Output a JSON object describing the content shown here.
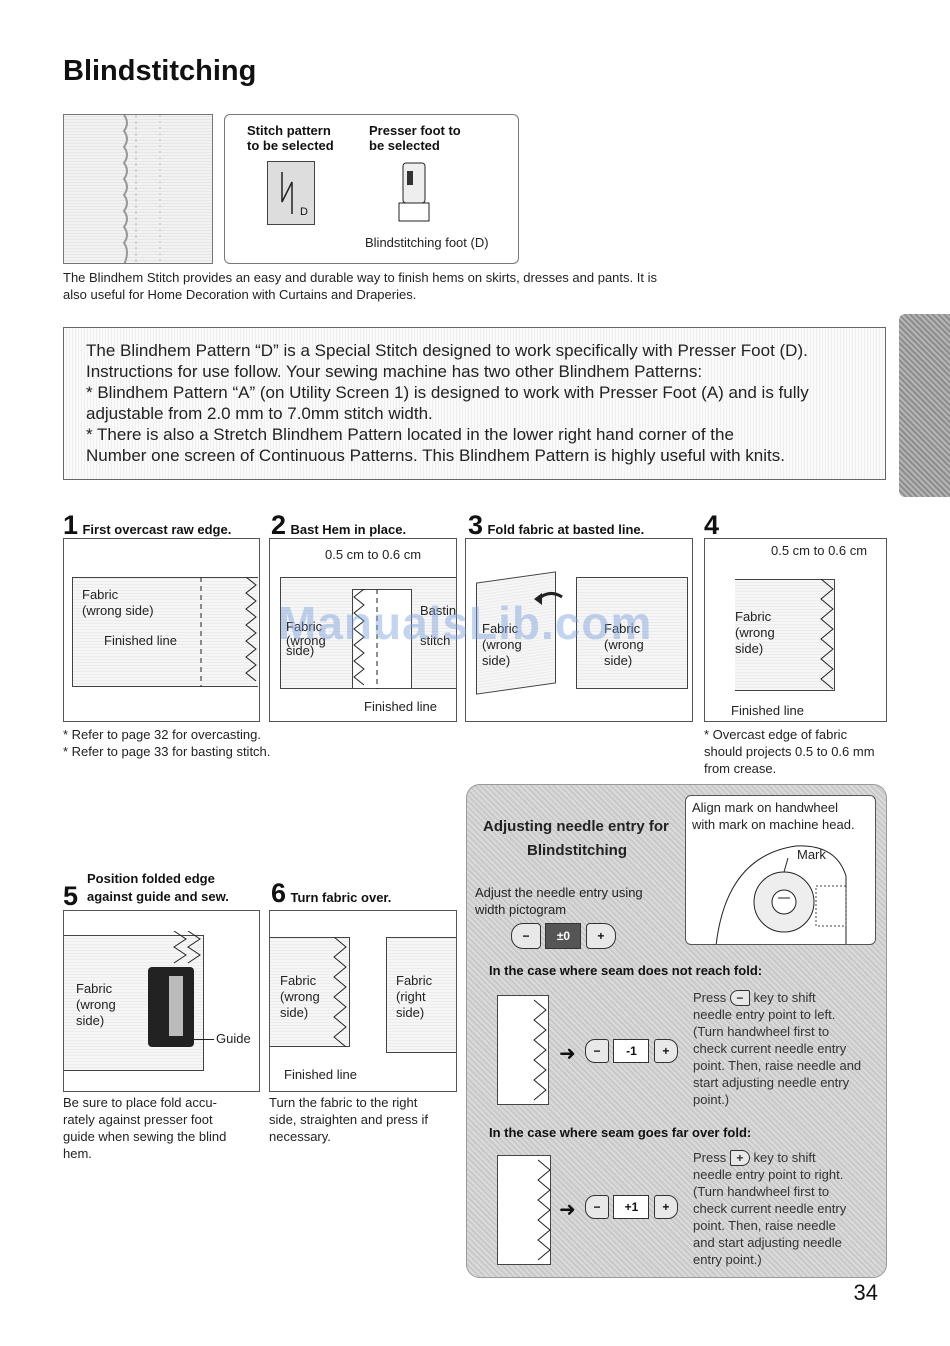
{
  "title": "Blindstitching",
  "stitch_box": {
    "col1_label": "Stitch pattern\nto be selected",
    "col2_label": "Presser foot to\nbe selected",
    "stitch_icon_letter": "D",
    "foot_caption": "Blindstitching foot (D)"
  },
  "intro": "The Blindhem Stitch provides an easy and durable way to finish hems on skirts, dresses and pants.  It is also useful for Home Decoration with Curtains and Draperies.",
  "note_lines": [
    "The Blindhem Pattern “D” is a Special Stitch designed to work specifically with Presser Foot (D).",
    "Instructions for use follow. Your sewing machine has two other Blindhem Patterns:",
    "* Blindhem Pattern “A” (on Utility Screen 1) is designed to work with Presser Foot (A) and is fully",
    "adjustable  from 2.0 mm to 7.0mm stitch width.",
    "* There is also a Stretch Blindhem Pattern located in the lower right hand corner of the",
    "Number one screen of Continuous Patterns.  This Blindhem Pattern is highly useful with knits."
  ],
  "steps": {
    "s1": {
      "num": "1",
      "title": "First overcast raw edge.",
      "labels": [
        "Fabric",
        "(wrong side)",
        "Finished line"
      ]
    },
    "s2": {
      "num": "2",
      "title": "Bast Hem in place.",
      "measure": "0.5 cm to 0.6 cm",
      "labels": [
        "Fabric",
        "(wrong",
        "side)",
        "Basting",
        "stitch"
      ],
      "finished": "Finished line"
    },
    "s3": {
      "num": "3",
      "title": "Fold fabric at basted line.",
      "labels_left": [
        "Fabric",
        "(wrong",
        "side)"
      ],
      "labels_right": [
        "Fabric",
        "(wrong",
        "side)"
      ]
    },
    "s4": {
      "num": "4",
      "measure": "0.5 cm to 0.6 cm",
      "labels": [
        "Fabric",
        "(wrong",
        "side)"
      ],
      "finished": "Finished line"
    }
  },
  "refs": [
    "* Refer to page 32 for overcasting.",
    "* Refer to page 33 for basting stitch."
  ],
  "overcast_note": [
    "* Overcast edge of fabric",
    "should projects 0.5 to 0.6 mm",
    "from crease."
  ],
  "step5": {
    "num": "5",
    "title_line1": "Position folded edge",
    "title_line2": "against guide and sew.",
    "labels": [
      "Fabric",
      "(wrong",
      "side)"
    ],
    "guide": "Guide",
    "caption": [
      "Be sure to place fold accu-",
      "rately against presser foot",
      "guide when sewing the blind",
      "hem."
    ]
  },
  "step6": {
    "num": "6",
    "title": "Turn fabric over.",
    "left": [
      "Fabric",
      "(wrong",
      "side)"
    ],
    "right": [
      "Fabric",
      "(right",
      "side)"
    ],
    "finished": "Finished line",
    "caption": [
      "Turn the fabric to the right",
      "side, straighten and press if",
      "necessary."
    ]
  },
  "adjust": {
    "heading_line1": "Adjusting needle entry for",
    "heading_line2": "Blindstitching",
    "desc_line1": "Adjust the needle entry using",
    "desc_line2": "width pictogram",
    "value": "±0",
    "align_line1": "Align mark on handwheel",
    "align_line2": "with mark on machine head.",
    "mark": "Mark",
    "case1": {
      "heading": "In the case where seam does not reach fold:",
      "key_value": "-1",
      "press": "Press",
      "text": [
        "key to shift",
        "needle entry point to left.",
        "(Turn handwheel first to",
        "check current needle entry",
        "point. Then, raise needle and",
        "start adjusting needle entry",
        "point.)"
      ]
    },
    "case2": {
      "heading": "In the case where seam goes far over fold:",
      "key_value": "+1",
      "press": "Press",
      "text": [
        "key to shift",
        "needle entry point to right.",
        "(Turn handwheel first to",
        "check current needle entry",
        "point. Then, raise needle",
        "and start adjusting needle",
        "entry point.)"
      ]
    }
  },
  "watermark": "ManualsLib.com",
  "page_number": "34"
}
